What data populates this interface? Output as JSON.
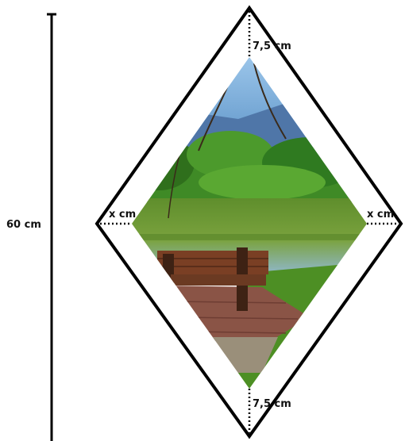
{
  "figure": {
    "height_label": "60 cm",
    "top_margin_label": "7,5 cm",
    "bottom_margin_label": "7,5 cm",
    "left_side_label": "x cm",
    "right_side_label": "x cm"
  },
  "colors": {
    "frame_stroke": "#000000",
    "frame_fill": "#ffffff",
    "sky": "#6fa8dc",
    "mountains": "#4a6fa0",
    "trees": "#3c7d22",
    "water": "#6a8f3a",
    "grass": "#5a9a2a",
    "bench": "#6b3a22",
    "paving": "#8c5a4a"
  },
  "icons": {
    "photo": "park-bench-lake-photo"
  }
}
